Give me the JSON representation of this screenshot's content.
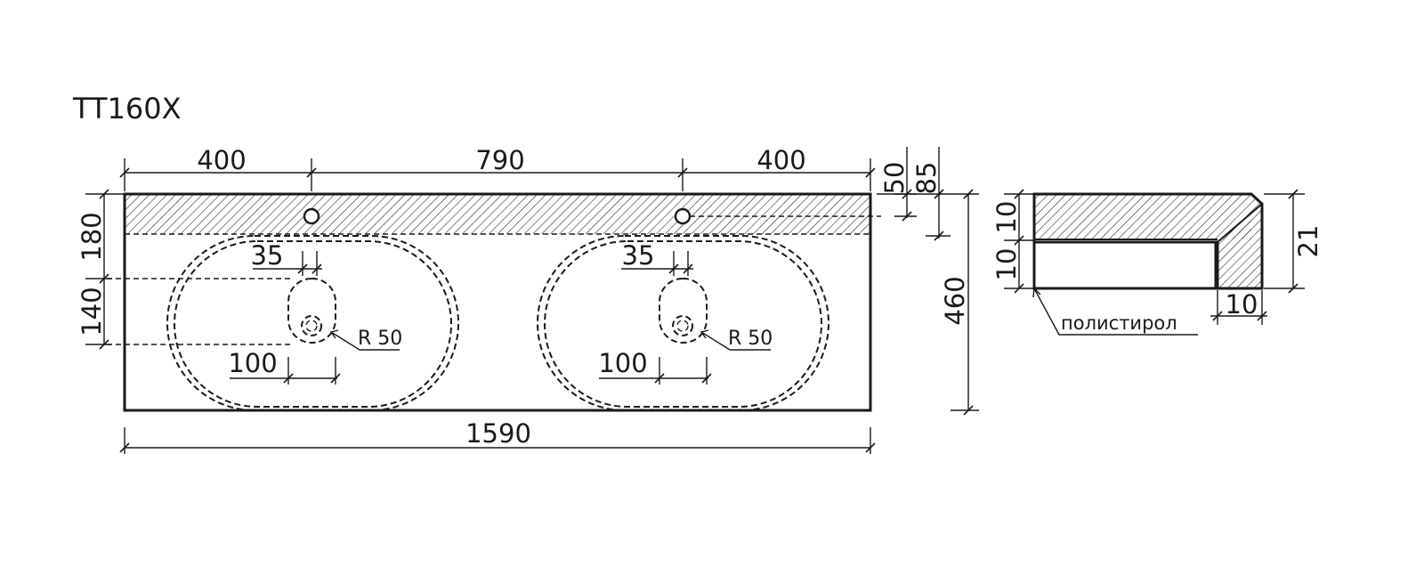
{
  "model": "TT160X",
  "plan": {
    "width_top": [
      "400",
      "790",
      "400"
    ],
    "depth_right": [
      "50",
      "85"
    ],
    "left_dims": [
      "180",
      "140"
    ],
    "sink_left": {
      "drain_offset": "35",
      "drain_width": "100",
      "radius": "R 50"
    },
    "sink_right": {
      "drain_offset": "35",
      "drain_width": "100",
      "radius": "R 50"
    },
    "total_width": "1590",
    "total_depth": "460"
  },
  "section": {
    "top_layer": "10",
    "bottom_layer": "10",
    "total_height": "21",
    "edge_width": "10",
    "core_material": "полистирол"
  }
}
